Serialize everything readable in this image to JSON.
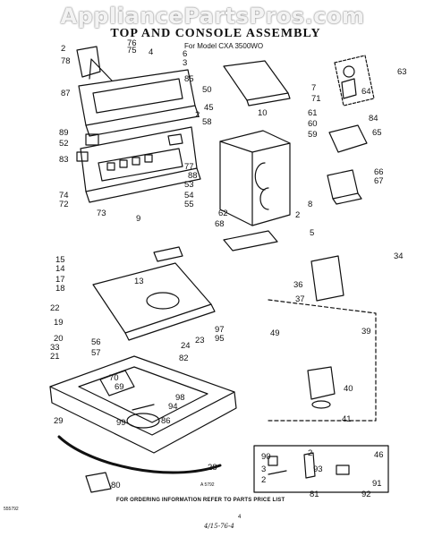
{
  "watermark": "AppliancePartsPros.com",
  "header": {
    "title": "TOP AND CONSOLE ASSEMBLY",
    "model_line": "For Model CXA 3500WO"
  },
  "callouts": [
    "2",
    "76",
    "75",
    "4",
    "6",
    "78",
    "3",
    "85",
    "87",
    "50",
    "7",
    "71",
    "63",
    "64",
    "2",
    "45",
    "10",
    "61",
    "60",
    "59",
    "84",
    "65",
    "58",
    "89",
    "52",
    "83",
    "88",
    "77",
    "53",
    "54",
    "55",
    "74",
    "72",
    "73",
    "66",
    "67",
    "9",
    "62",
    "68",
    "8",
    "2",
    "5",
    "34",
    "15",
    "14",
    "17",
    "18",
    "13",
    "36",
    "37",
    "22",
    "49",
    "19",
    "20",
    "56",
    "57",
    "24",
    "23",
    "97",
    "95",
    "82",
    "33",
    "21",
    "39",
    "70",
    "69",
    "98",
    "94",
    "99",
    "86",
    "40",
    "41",
    "29",
    "28",
    "80",
    "90",
    "2",
    "93",
    "46",
    "91",
    "92",
    "81",
    "3",
    "2"
  ],
  "footer": {
    "note": "FOR ORDERING INFORMATION REFER TO PARTS PRICE LIST",
    "drawing_no": "A 5792",
    "doc_code": "555792",
    "page_no": "4",
    "signature": "4/15-76-4"
  }
}
